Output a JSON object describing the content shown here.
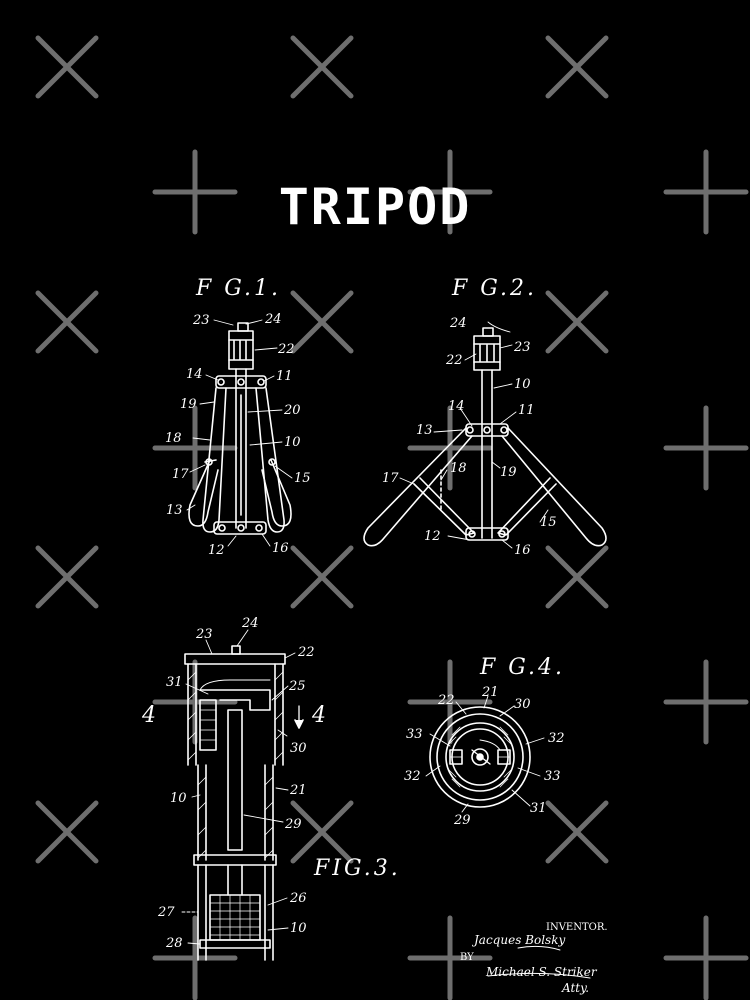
{
  "title": "TRIPOD",
  "figures": {
    "fig1": {
      "label": "F G.1.",
      "parts": {
        "p23": "23",
        "p24": "24",
        "p22": "22",
        "p14": "14",
        "p11": "11",
        "p19": "19",
        "p20": "20",
        "p18": "18",
        "p10": "10",
        "p17": "17",
        "p15": "15",
        "p13": "13",
        "p12": "12",
        "p16": "16"
      }
    },
    "fig2": {
      "label": "F G.2.",
      "parts": {
        "p24": "24",
        "p23": "23",
        "p22": "22",
        "p10": "10",
        "p14": "14",
        "p11": "11",
        "p13": "13",
        "p18": "18",
        "p19": "19",
        "p17": "17",
        "p15": "15",
        "p12": "12",
        "p16": "16"
      }
    },
    "fig3": {
      "label": "FIG.3.",
      "section_left": "4",
      "section_right": "4",
      "parts": {
        "p24": "24",
        "p23": "23",
        "p22": "22",
        "p31": "31",
        "p25": "25",
        "p30": "30",
        "p10a": "10",
        "p21": "21",
        "p29": "29",
        "p26": "26",
        "p27": "27",
        "p10b": "10",
        "p28": "28"
      }
    },
    "fig4": {
      "label": "F G.4.",
      "parts": {
        "p22": "22",
        "p21": "21",
        "p30": "30",
        "p33a": "33",
        "p32a": "32",
        "p32b": "32",
        "p33b": "33",
        "p29": "29",
        "p31": "31"
      }
    }
  },
  "signature": {
    "inventor_label": "INVENTOR.",
    "inventor_name": "Jacques Bolsky",
    "by_label": "BY",
    "attorney_name": "Michael S. Striker",
    "attorney_suffix": "Atty."
  },
  "colors": {
    "background": "#000000",
    "ink": "#ffffff",
    "watermark": "#6e6e6e"
  }
}
